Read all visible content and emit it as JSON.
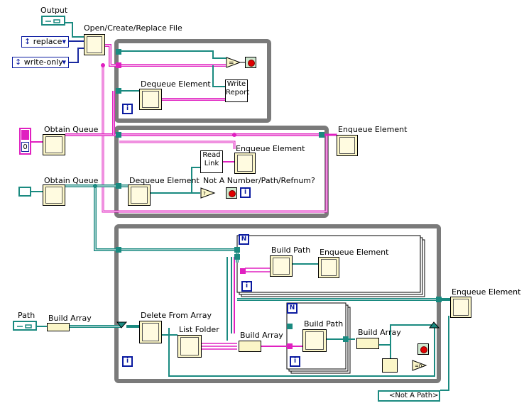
{
  "labels": {
    "output": "Output",
    "open_file": "Open/Create/Replace File",
    "dequeue1": "Dequeue Element",
    "write_report": "Write Report",
    "obtain_queue1": "Obtain Queue",
    "obtain_queue2": "Obtain Queue",
    "enqueue1": "Enqueue Element",
    "enqueue_inner": "Enqueue Element",
    "read_link": "Read Link",
    "dequeue2": "Dequeue Element",
    "not_a_number": "Not A Number/Path/Refnum?",
    "build_path1": "Build Path",
    "enqueue3": "Enqueue Element",
    "enqueue4": "Enqueue Element",
    "path": "Path",
    "build_array1": "Build Array",
    "delete_from_array": "Delete From Array",
    "list_folder": "List Folder",
    "build_array2": "Build Array",
    "build_path2": "Build Path",
    "build_array3": "Build Array"
  },
  "controls": {
    "replace": "replace",
    "write_only": "write-only",
    "constant_zero": "0",
    "not_a_path": "<Not A Path>"
  },
  "terminals": {
    "iteration": "i",
    "for_loop_n": "N"
  },
  "colors": {
    "wire_pink": "#e020c0",
    "wire_teal": "#1a8a80",
    "wire_blue": "#1a2aa0",
    "loop_border": "#7a7a7a",
    "node_fill": "#fbf6c8"
  }
}
